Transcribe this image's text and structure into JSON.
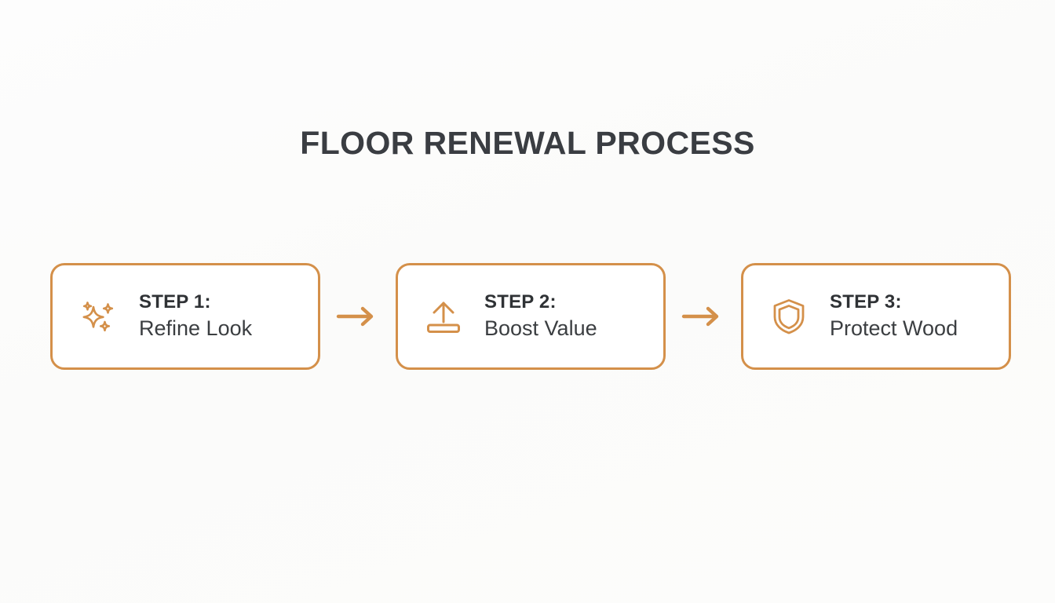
{
  "slide": {
    "title": "FLOOR RENEWAL PROCESS",
    "background_color": "#fcfcfc",
    "accent_color": "#d4904a",
    "title_color": "#3a3d42",
    "text_color": "#2f3235"
  },
  "steps": [
    {
      "icon": "sparkles-icon",
      "step_label": "STEP 1:",
      "description": "Refine Look"
    },
    {
      "icon": "upload-arrow-icon",
      "step_label": "STEP 2:",
      "description": "Boost Value"
    },
    {
      "icon": "shield-icon",
      "step_label": "STEP 3:",
      "description": "Protect Wood"
    }
  ],
  "connectors": [
    {
      "icon": "arrow-right-icon"
    },
    {
      "icon": "arrow-right-icon"
    }
  ]
}
